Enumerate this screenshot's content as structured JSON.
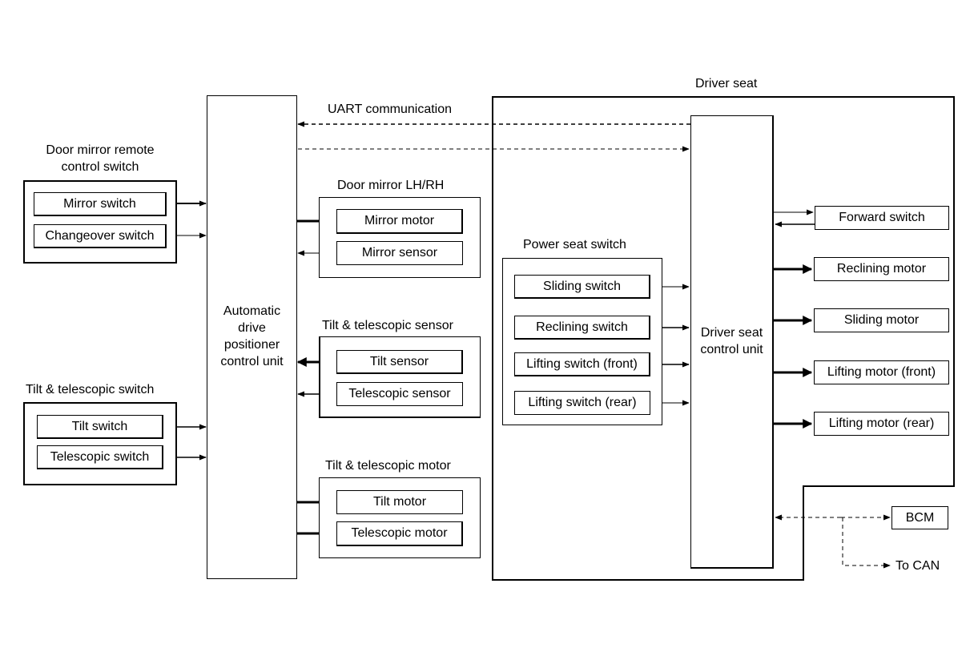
{
  "driver_seat": {
    "title": "Driver seat",
    "uart": "UART communication",
    "control_unit": [
      "Driver seat",
      "control unit"
    ],
    "power_seat_switch": {
      "title": "Power seat switch",
      "items": [
        "Sliding switch",
        "Reclining switch",
        "Lifting switch (front)",
        "Lifting switch (rear)"
      ]
    },
    "outputs": [
      "Forward switch",
      "Reclining motor",
      "Sliding motor",
      "Lifting motor (front)",
      "Lifting motor (rear)"
    ],
    "bcm": "BCM",
    "to_can": "To CAN"
  },
  "adp_unit": [
    "Automatic",
    "drive",
    "positioner",
    "control unit"
  ],
  "door_mirror_remote": {
    "title": [
      "Door mirror remote",
      "control switch"
    ],
    "items": [
      "Mirror switch",
      "Changeover switch"
    ]
  },
  "tilt_tele_switch": {
    "title": "Tilt & telescopic switch",
    "items": [
      "Tilt switch",
      "Telescopic switch"
    ]
  },
  "door_mirror": {
    "title": "Door mirror LH/RH",
    "items": [
      "Mirror motor",
      "Mirror sensor"
    ]
  },
  "tilt_tele_sensor": {
    "title": "Tilt & telescopic sensor",
    "items": [
      "Tilt sensor",
      "Telescopic sensor"
    ]
  },
  "tilt_tele_motor": {
    "title": "Tilt & telescopic motor",
    "items": [
      "Tilt motor",
      "Telescopic motor"
    ]
  }
}
